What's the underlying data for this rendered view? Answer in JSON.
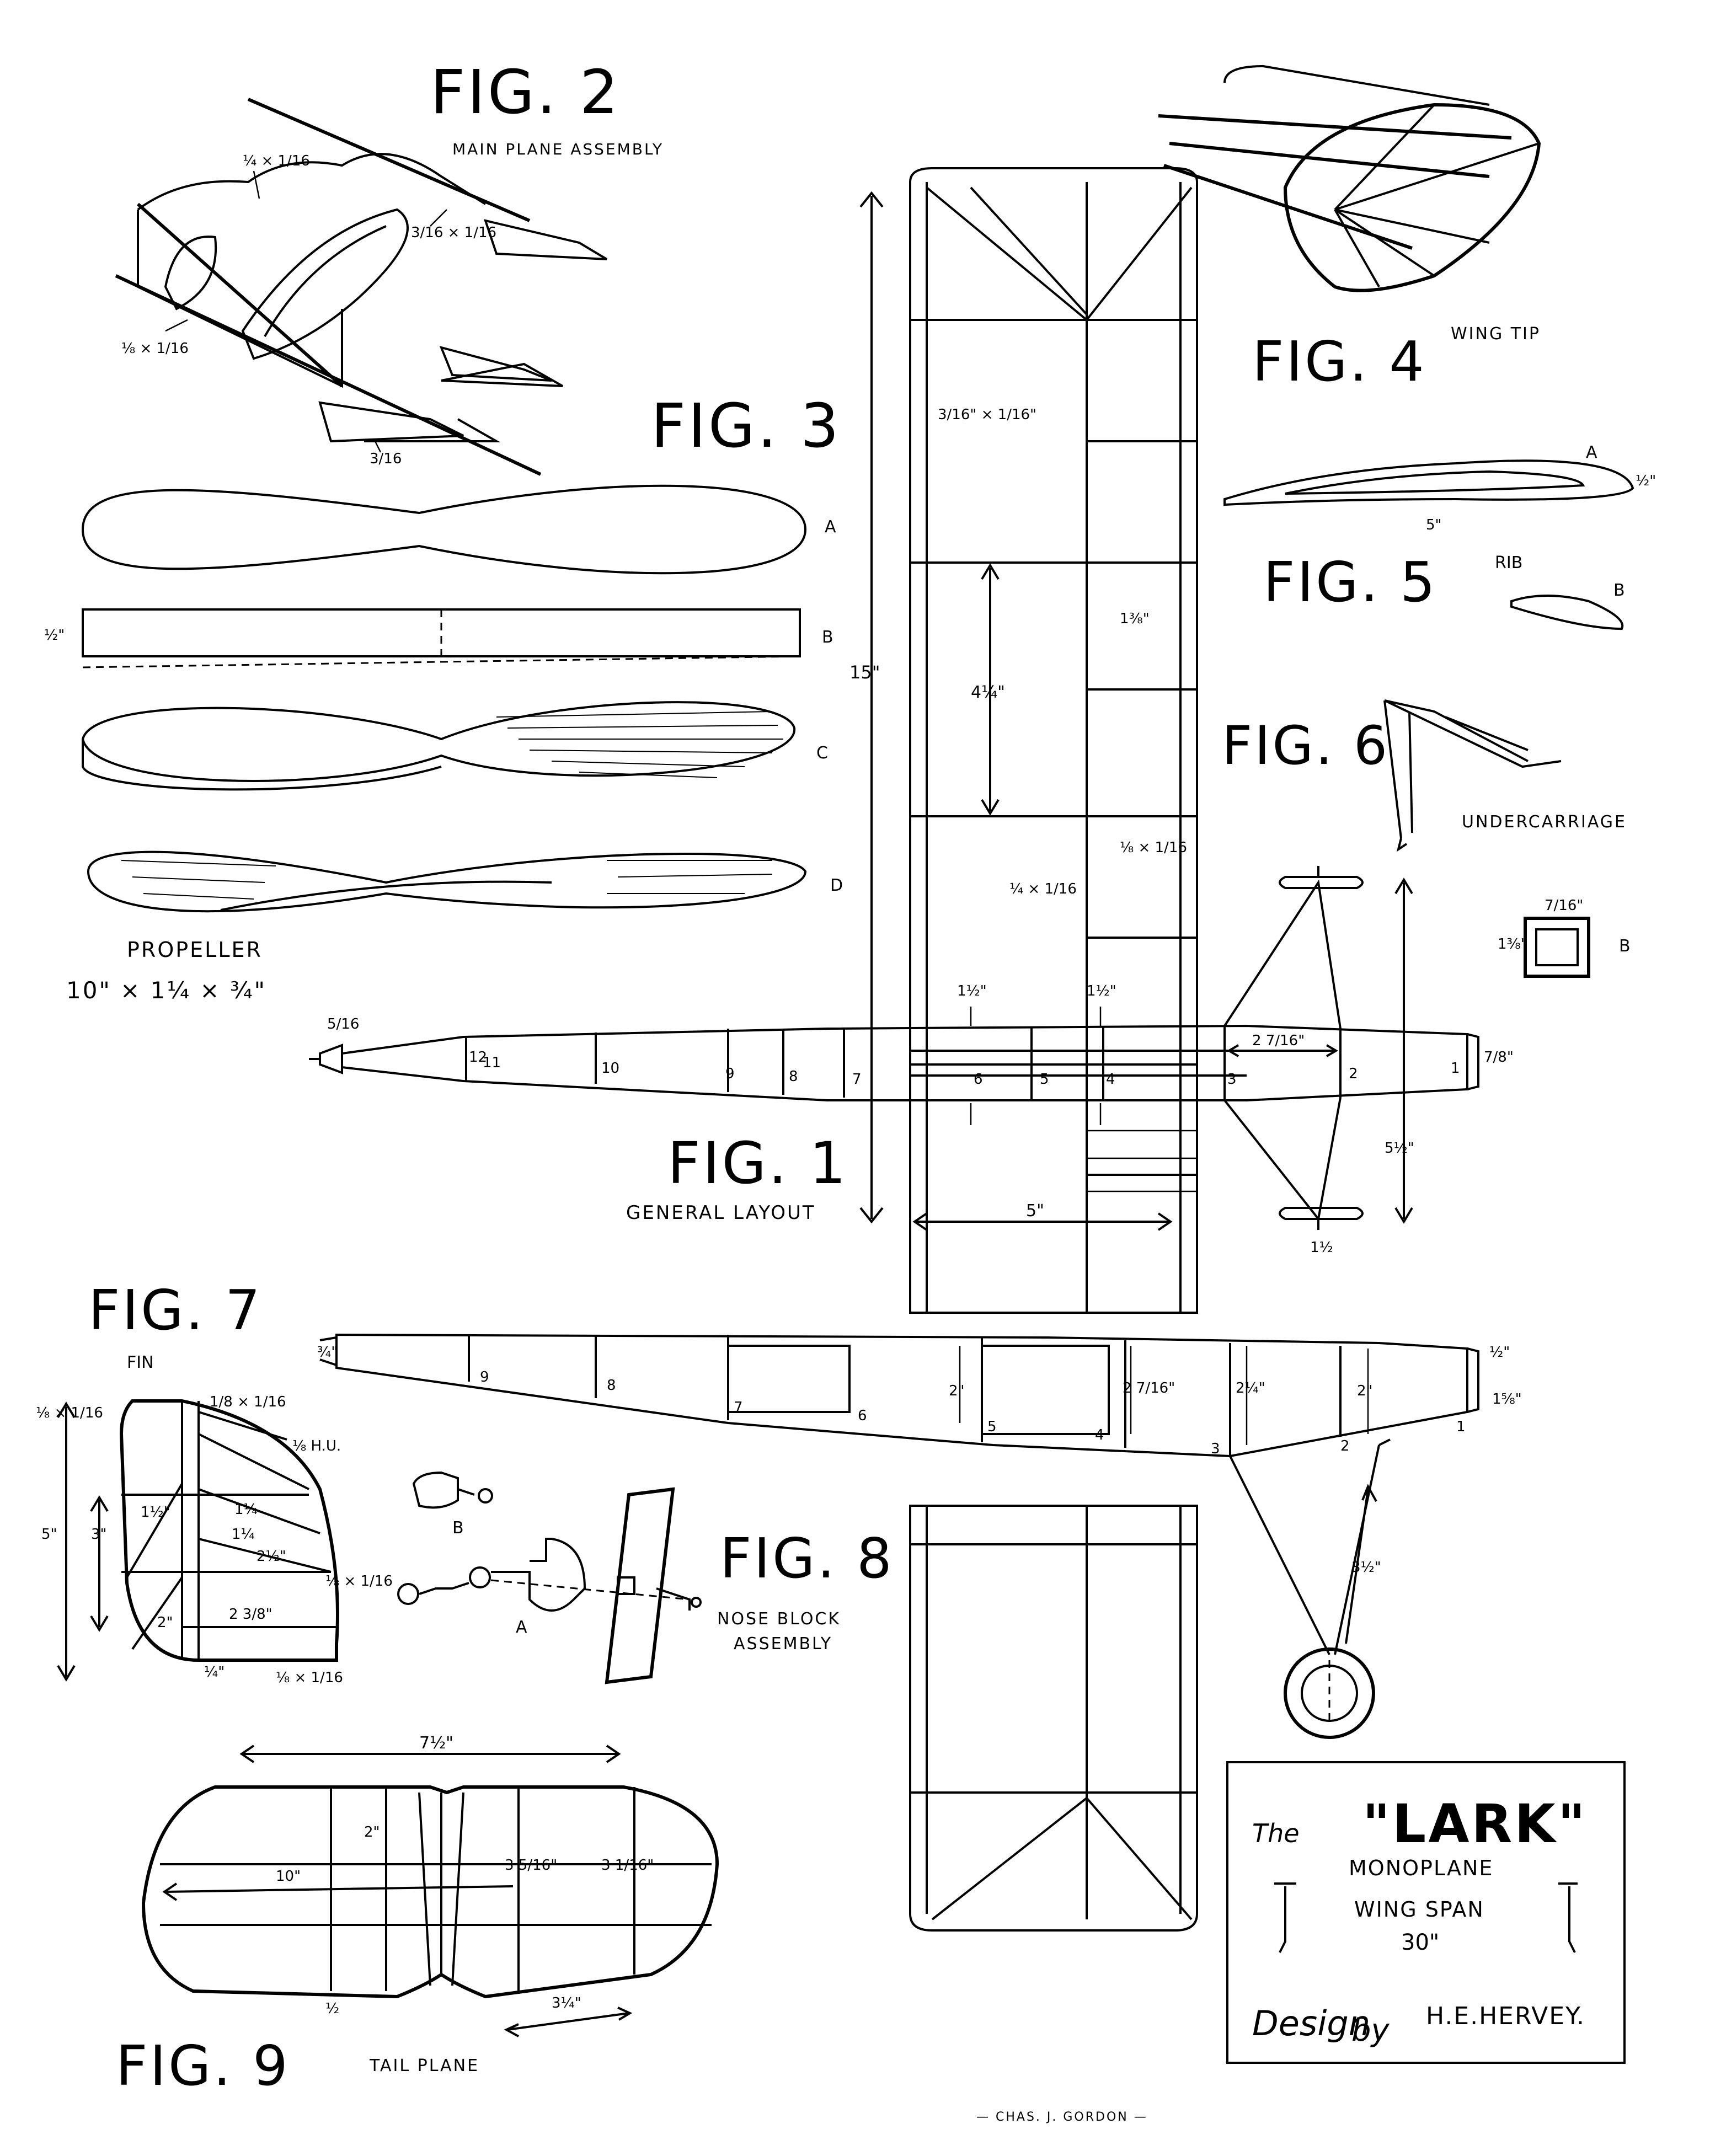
{
  "figures": {
    "fig1": {
      "title": "FIG. 1",
      "caption": "GENERAL LAYOUT"
    },
    "fig2": {
      "title": "FIG. 2",
      "caption": "MAIN PLANE ASSEMBLY"
    },
    "fig3": {
      "title": "FIG. 3",
      "caption": "PROPELLER",
      "size": "10\" × 1¼ × ¾\"",
      "views": [
        "A",
        "B",
        "C",
        "D"
      ],
      "thickness": "½\""
    },
    "fig4": {
      "title": "FIG. 4",
      "caption": "WING TIP"
    },
    "fig5": {
      "title": "FIG. 5",
      "caption": "RIB",
      "label_a": "A",
      "label_b": "B",
      "chord": "5\"",
      "height": "½\""
    },
    "fig6": {
      "title": "FIG. 6",
      "caption": "UNDERCARRIAGE",
      "section": "B",
      "section_w": "7/16\"",
      "section_h": "1⅜\""
    },
    "fig7": {
      "title": "FIG. 7",
      "caption": "FIN"
    },
    "fig8": {
      "title": "FIG. 8",
      "caption_1": "NOSE BLOCK",
      "caption_2": "ASSEMBLY",
      "label_a": "A",
      "label_b": "B"
    },
    "fig9": {
      "title": "FIG. 9",
      "caption": "TAIL PLANE"
    }
  },
  "dims": {
    "fig2": {
      "spar": "¼ × 1/16",
      "edge": "⅛ × 1/16",
      "strip": "3/16 × 1/16",
      "clip": "3/16"
    },
    "wing": {
      "span": "15\"",
      "chord": "5\"",
      "bay": "4¼\"",
      "rib": "1⅜\"",
      "le": "3/16\" × 1/16\"",
      "spar": "¼ × 1/16",
      "strip": "⅛ × 1/16"
    },
    "fuselage": {
      "nose": "5/16",
      "tail": "7/8\"",
      "gear": "2 7/16\"",
      "st1": "1½\"",
      "st2": "1½\"",
      "track": "5½\"",
      "axle": "1½"
    },
    "side": {
      "d1": "½\"",
      "d2": "1⅝\"",
      "d3": "2\"",
      "d4": "2 7/16\"",
      "d5": "2¼\"",
      "d6": "2\"",
      "d7": "3½\"",
      "d8": "¾\""
    },
    "fin": {
      "h": "5\"",
      "h2": "3\"",
      "h3": "2\"",
      "b1": "1¼",
      "b2": "1½\"",
      "b3": "1¼",
      "b4": "2½\"",
      "b5": "2 3/8\"",
      "s1": "⅛ × 1/16",
      "s2": "1/8 × 1/16",
      "s3": "⅛ H.U.",
      "s4": "⅛ × 1/16",
      "s5": "⅛ × 1/16",
      "v": "¼\""
    },
    "tail": {
      "span": "7½\"",
      "center": "10\"",
      "h1": "2\"",
      "h2": "3 5/16\"",
      "h3": "3 1/16\"",
      "off": "½",
      "tip": "3¼\""
    }
  },
  "station_numbers": {
    "plan": [
      "12",
      "11",
      "10",
      "9",
      "8",
      "7",
      "6",
      "5",
      "4",
      "3",
      "2",
      "1"
    ],
    "side": [
      "9",
      "8",
      "7",
      "6",
      "5",
      "4",
      "3",
      "2",
      "1"
    ]
  },
  "title_block": {
    "the": "The",
    "name": "\"LARK\"",
    "type": "MONOPLANE",
    "span_label": "WING SPAN",
    "span": "30\"",
    "design": "Design",
    "by": "by",
    "designer": "H.E.HERVEY."
  },
  "credit": "— CHAS. J. GORDON —"
}
